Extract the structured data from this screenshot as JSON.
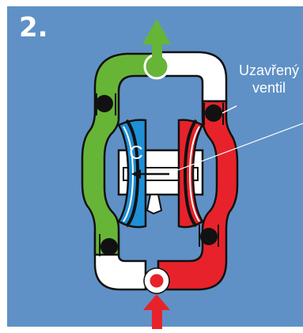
{
  "step_label": "2.",
  "chamber_label": "C",
  "callout": {
    "line1": "Uzavřený",
    "line2": "ventil"
  },
  "colors": {
    "background": "#5f91c6",
    "suction_side": "#67b536",
    "discharge_side": "#e8222a",
    "chamber_c": "#1f8fd6",
    "body_outline": "#111111",
    "ball": "#111111",
    "white_part": "#ffffff",
    "arrow_out": "#67b536",
    "arrow_in": "#e8222a"
  }
}
